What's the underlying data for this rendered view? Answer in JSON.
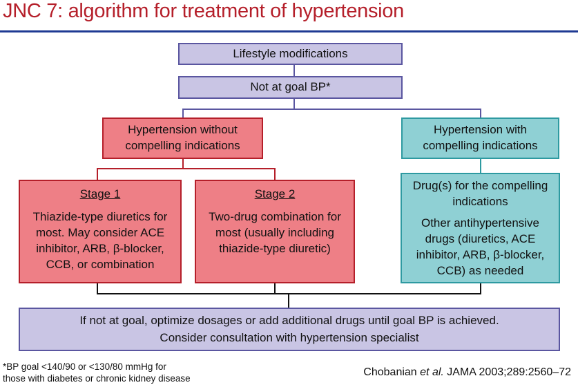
{
  "title": "JNC 7: algorithm for treatment of hypertension",
  "boxes": {
    "lifestyle": "Lifestyle modifications",
    "not_at_goal": "Not at goal BP*",
    "without_compelling": [
      "Hypertension without",
      "compelling indications"
    ],
    "with_compelling": [
      "Hypertension with",
      "compelling indications"
    ],
    "stage1": {
      "heading": "Stage 1",
      "lines": [
        "Thiazide-type diuretics for",
        "most. May consider ACE",
        "inhibitor, ARB, β-blocker,",
        "CCB, or combination"
      ]
    },
    "stage2": {
      "heading": "Stage 2",
      "lines": [
        "Two-drug combination for",
        "most (usually including",
        "thiazide-type diuretic)"
      ]
    },
    "compelling_drugs": {
      "line1": [
        "Drug(s) for the compelling",
        "indications"
      ],
      "line2": [
        "Other antihypertensive",
        "drugs (diuretics, ACE",
        "inhibitor, ARB, β-blocker,",
        "CCB) as needed"
      ]
    },
    "bottom": [
      "If not at goal, optimize dosages or add additional drugs until goal BP is achieved.",
      "Consider consultation with hypertension specialist"
    ]
  },
  "footnote": [
    "*BP goal <140/90 or <130/80 mmHg for",
    "those with diabetes or chronic kidney disease"
  ],
  "citation": {
    "author": "Chobanian",
    "etal": "et al.",
    "ref": "JAMA 2003;289:2560–72"
  },
  "colors": {
    "title": "#b51f2a",
    "blue_box": "#c9c5e4",
    "red_box": "#ee7f86",
    "teal_box": "#8fd0d4",
    "rule": "#1f3a93"
  }
}
